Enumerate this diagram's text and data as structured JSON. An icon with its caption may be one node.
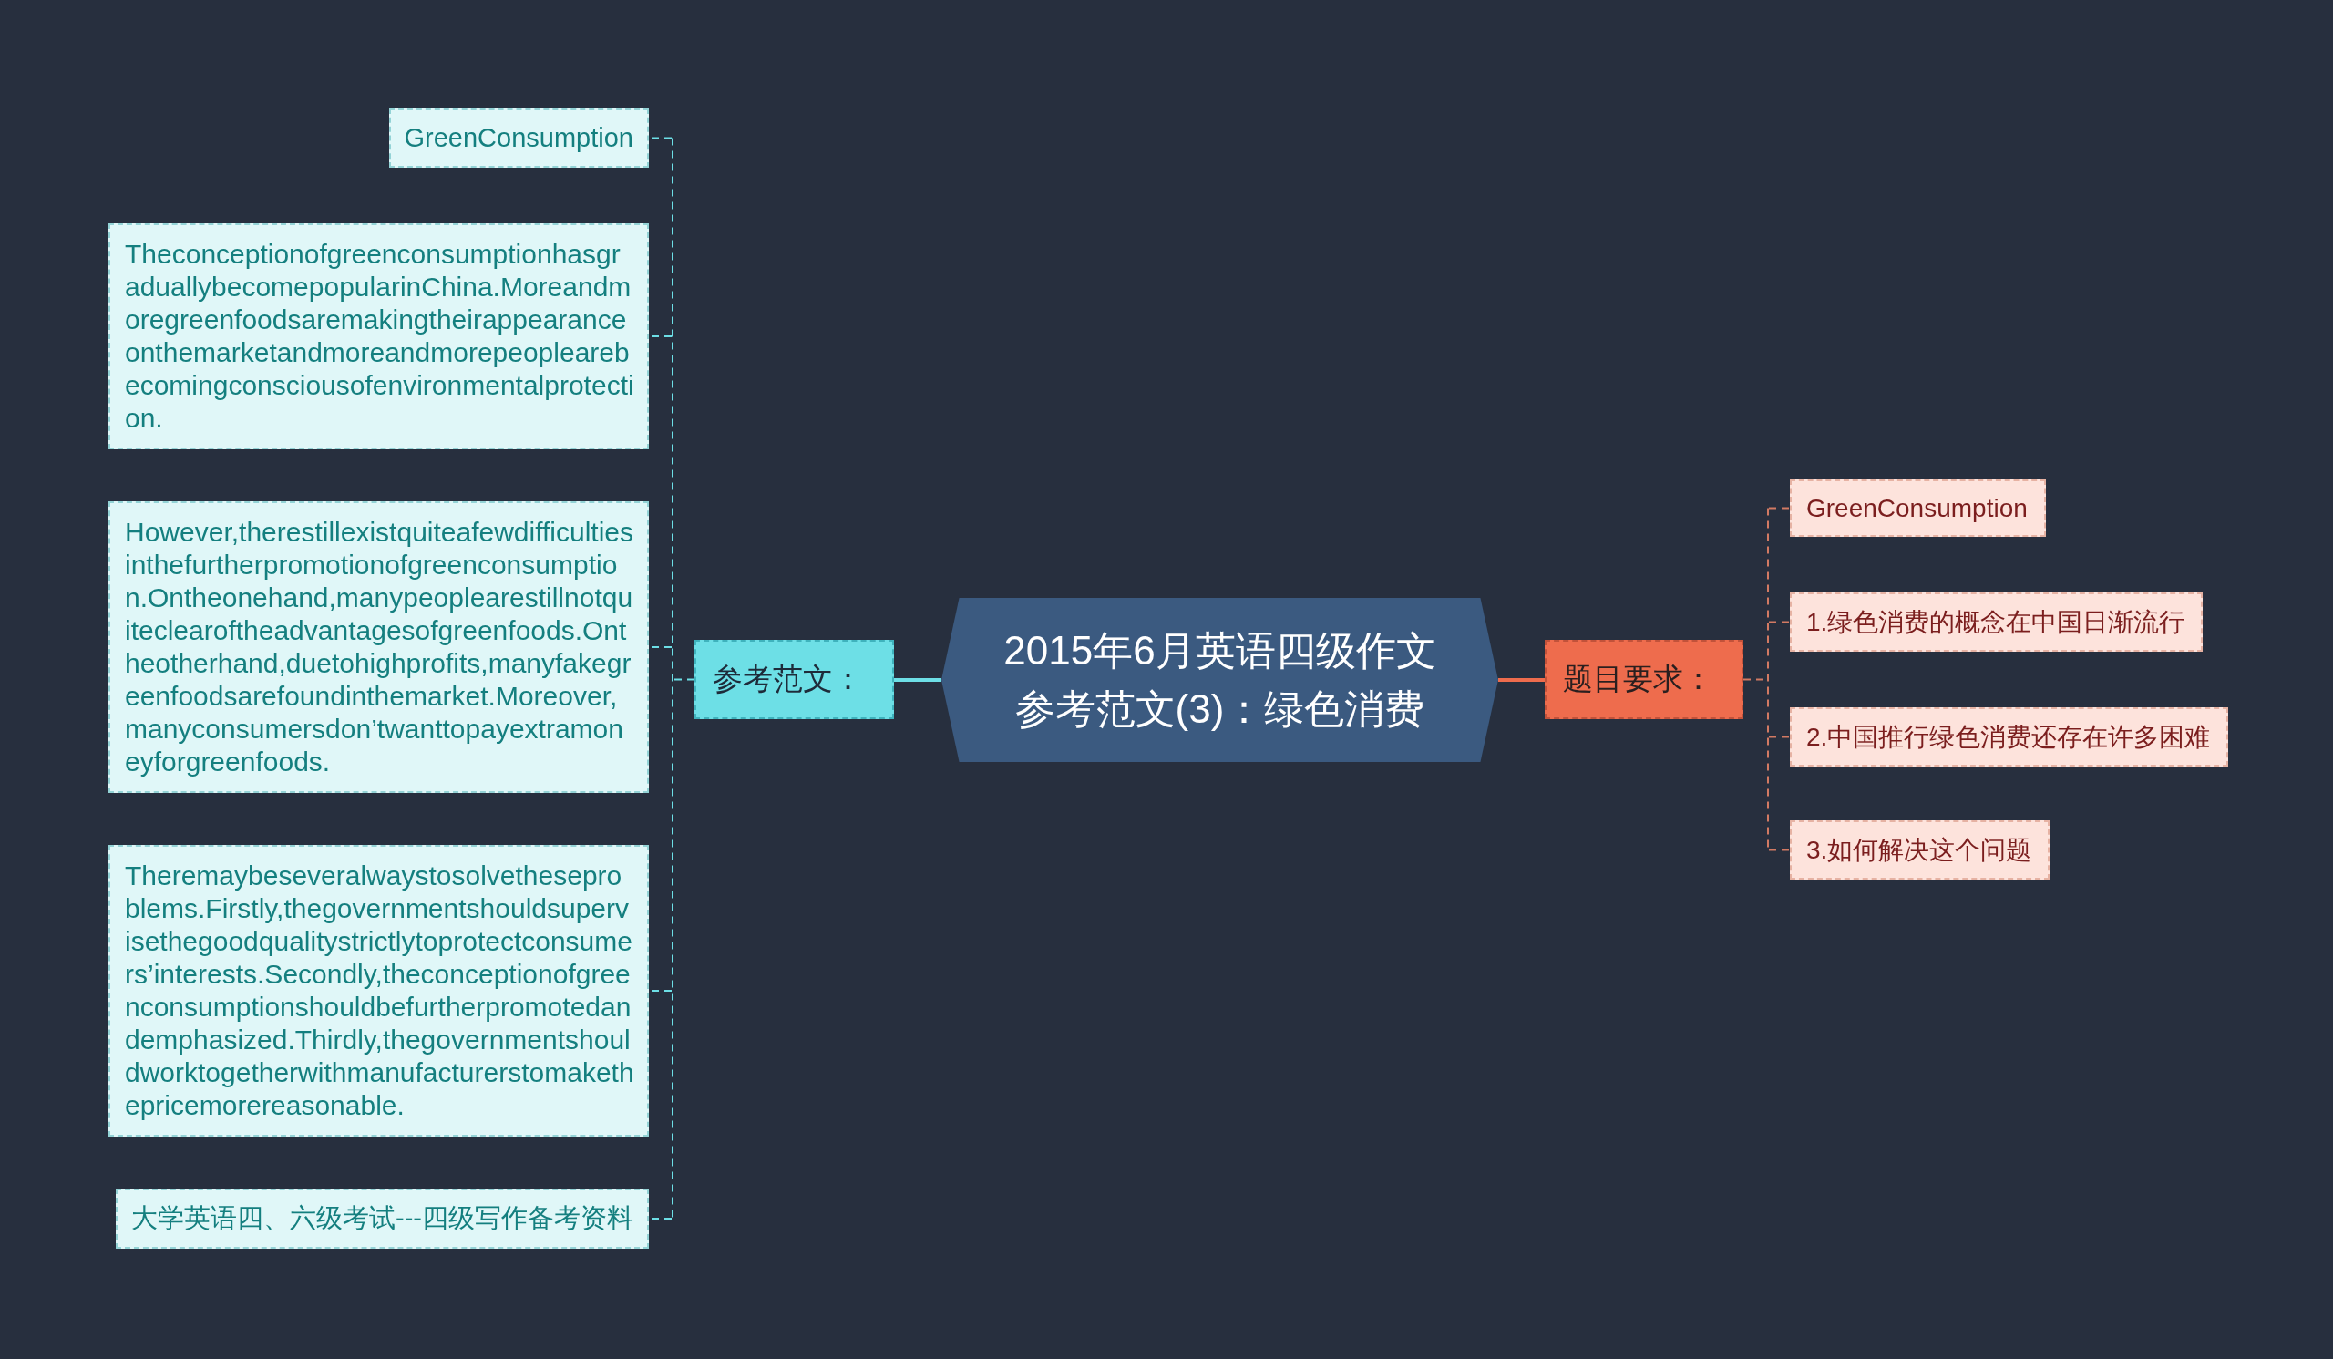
{
  "diagram": {
    "nodes": [
      {
        "text": [
          "2015年6月英语四级作文参考范文(3)：绿色消费"
        ]
      },
      {
        "text": [
          "参考范文："
        ]
      },
      {
        "text": [
          "GreenConsumption"
        ]
      },
      {
        "text": [
          "TheconceptionofgreenconsumptionhasgraduallybecomepopularinChina.Moreandmoregreenfoodsaremakingtheirappearanceonthemarketandmoreandmorepeoplearebecomingconsciousofenvironmentalprotection."
        ]
      },
      {
        "text": [
          "However,therestillexistquiteafewdifficultiesinthefurtherpromotionofgreenconsumption.Ontheonehand,manypeoplearestillnotquiteclearoftheadvantagesofgreenfoods.Ontheotherhand,duetohighprofits,manyfakegreenfoodsarefoundinthemarket.Moreover,manyconsumersdon’twanttopayextramoneyforgreenfoods."
        ]
      },
      {
        "text": [
          "Theremaybeseveralwaystosolvetheseproblems.Firstly,thegovernmentshouldsupervisethegoodqualitystrictlytoprotectconsumers’interests.Secondly,theconceptionofgreenconsumptionshouldbefurtherpromotedandemphasized.Thirdly,thegovernmentshouldworktogetherwithmanufacturerstomakethepricemorereasonable."
        ]
      },
      {
        "text": [
          "大学英语四、六级考试---四级写作备考资料"
        ]
      },
      {
        "text": [
          "题目要求："
        ]
      },
      {
        "text": [
          "GreenConsumption"
        ]
      },
      {
        "text": [
          "1.绿色消费的概念在中国日渐流行"
        ]
      },
      {
        "text": [
          "2.中国推行绿色消费还存在许多困难"
        ]
      },
      {
        "text": [
          "3.如何解决这个问题"
        ]
      }
    ],
    "edges": [
      {
        "from": 0,
        "to": 1,
        "arrow": "none"
      },
      {
        "from": 1,
        "to": 2,
        "arrow": "none",
        "style": "dashed"
      },
      {
        "from": 1,
        "to": 3,
        "arrow": "none",
        "style": "dashed"
      },
      {
        "from": 1,
        "to": 4,
        "arrow": "none",
        "style": "dashed"
      },
      {
        "from": 1,
        "to": 5,
        "arrow": "none",
        "style": "dashed"
      },
      {
        "from": 1,
        "to": 6,
        "arrow": "none",
        "style": "dashed"
      },
      {
        "from": 0,
        "to": 7,
        "arrow": "none",
        "color": "#ee6c4d"
      },
      {
        "from": 7,
        "to": 8,
        "arrow": "none",
        "style": "dashed",
        "color": "#d27a63"
      },
      {
        "from": 7,
        "to": 9,
        "arrow": "none",
        "style": "dashed",
        "color": "#d27a63"
      },
      {
        "from": 7,
        "to": 10,
        "arrow": "none",
        "style": "dashed",
        "color": "#d27a63"
      },
      {
        "from": 7,
        "to": 11,
        "arrow": "none",
        "style": "dashed",
        "color": "#d27a63"
      }
    ]
  }
}
